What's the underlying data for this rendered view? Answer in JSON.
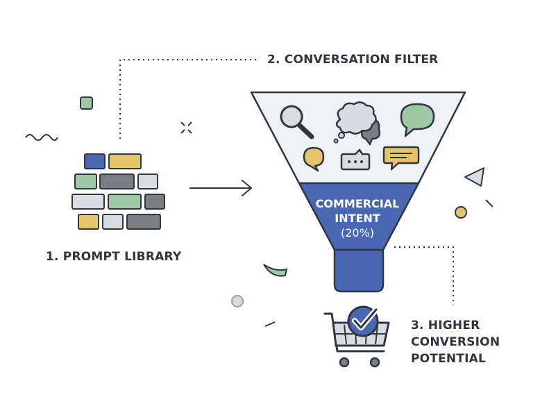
{
  "labels": {
    "prompt_library": "1. PROMPT LIBRARY",
    "conversation_filter": "2. CONVERSATION FILTER",
    "higher_conversion": [
      "3. HIGHER",
      "CONVERSION",
      "POTENTIAL"
    ]
  },
  "funnel": {
    "line1": "COMMERCIAL",
    "line2": "INTENT",
    "line3": "(20%)"
  },
  "colors": {
    "blue": "#4a67b3",
    "yellow": "#e6c56a",
    "green": "#9fc9a6",
    "gray_dark": "#7a7f85",
    "gray_light": "#d7dde3",
    "funnel_top": "#eef1f5",
    "outline": "#2f3640"
  },
  "icons": [
    "magnifier-icon",
    "thought-bubble-icon",
    "speech-bubble-icon",
    "chat-dots-icon",
    "message-icon",
    "shopping-cart-icon",
    "checkmark-icon"
  ]
}
